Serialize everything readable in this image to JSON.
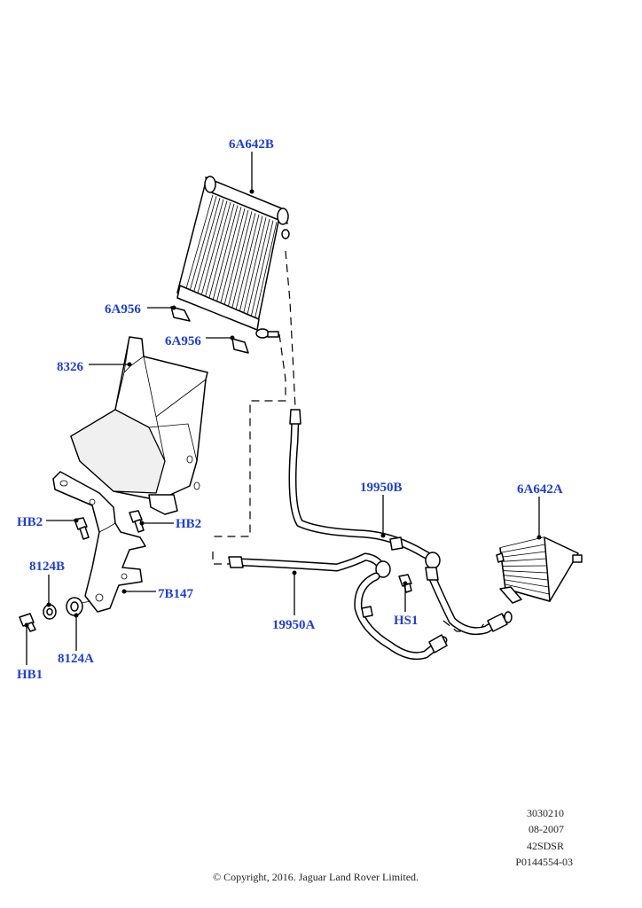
{
  "diagram": {
    "labels": {
      "oil_cooler_upper": "6A642B",
      "bracket_left": "6A956",
      "bracket_right": "6A956",
      "air_deflector": "8326",
      "bolt_hb2_left": "HB2",
      "bolt_hb2_right": "HB2",
      "washer": "8124B",
      "grommet": "8124A",
      "bolt_hb1": "HB1",
      "mounting_bracket": "7B147",
      "hose_upper": "19950B",
      "hose_lower": "19950A",
      "oil_cooler_lower": "6A642A",
      "bolt_hs1": "HS1"
    },
    "footer": {
      "code1": "3030210",
      "date": "08-2007",
      "model": "42SDSR",
      "ref": "P0144554-03",
      "copyright": "© Copyright, 2016. Jaguar Land Rover Limited."
    },
    "colors": {
      "label": "#1f3fd6",
      "line": "#000000",
      "background": "#ffffff"
    }
  }
}
